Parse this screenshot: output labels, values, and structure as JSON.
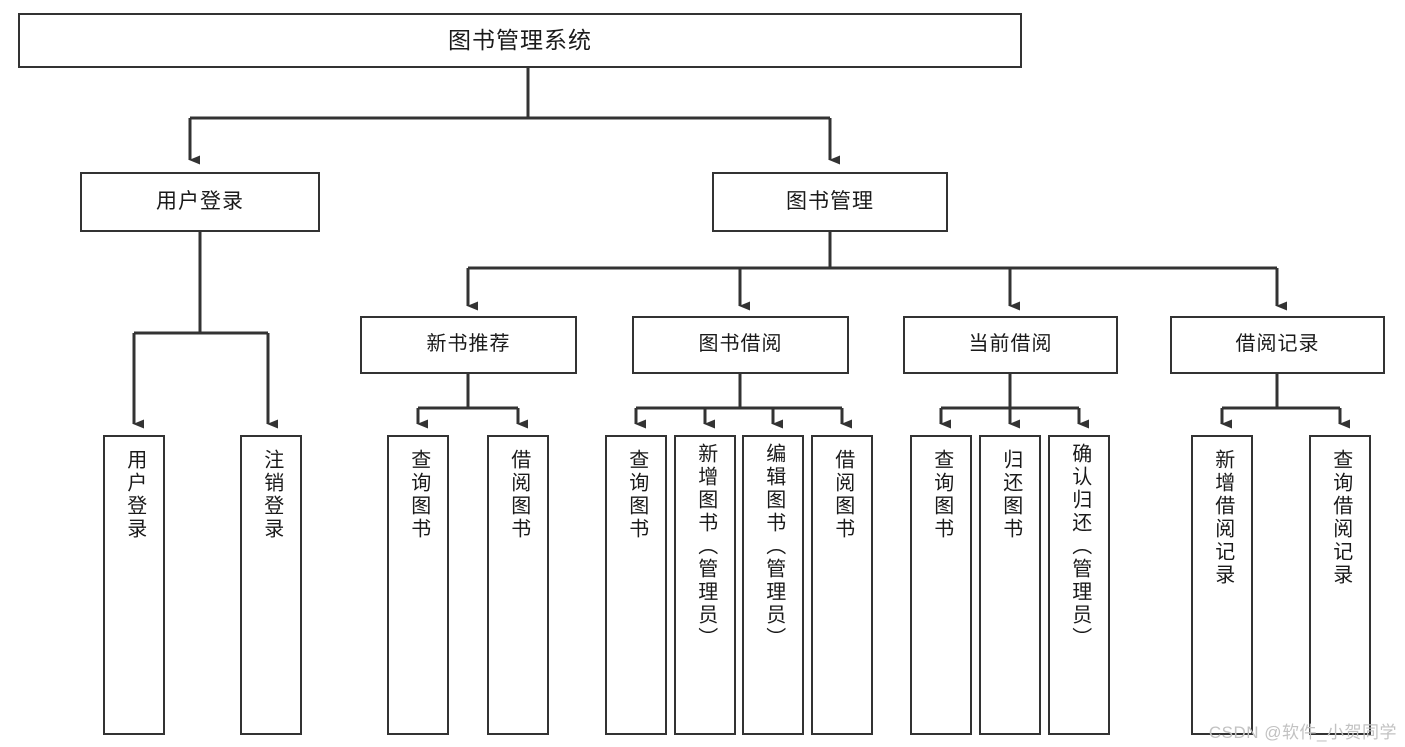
{
  "diagram": {
    "title": "图书管理系统",
    "watermark": "CSDN @软件_小贺同学",
    "colors": {
      "box_border": "#333333",
      "box_fill": "#ffffff",
      "edge": "#333333",
      "text": "#1a1a1a",
      "watermark": "#c2c2c2",
      "background": "#ffffff"
    },
    "root": {
      "label": "图书管理系统"
    },
    "level2": [
      {
        "label": "用户登录"
      },
      {
        "label": "图书管理"
      }
    ],
    "level3": [
      {
        "label": "新书推荐"
      },
      {
        "label": "图书借阅"
      },
      {
        "label": "当前借阅"
      },
      {
        "label": "借阅记录"
      }
    ],
    "leaves": [
      {
        "label": "用户登录",
        "parent": "用户登录"
      },
      {
        "label": "注销登录",
        "parent": "用户登录"
      },
      {
        "label": "查询图书",
        "parent": "新书推荐"
      },
      {
        "label": "借阅图书",
        "parent": "新书推荐"
      },
      {
        "label": "查询图书",
        "parent": "图书借阅"
      },
      {
        "label": "新增图书（管理员）",
        "parent": "图书借阅"
      },
      {
        "label": "编辑图书（管理员）",
        "parent": "图书借阅"
      },
      {
        "label": "借阅图书",
        "parent": "图书借阅"
      },
      {
        "label": "查询图书",
        "parent": "当前借阅"
      },
      {
        "label": "归还图书",
        "parent": "当前借阅"
      },
      {
        "label": "确认归还（管理员）",
        "parent": "当前借阅"
      },
      {
        "label": "新增借阅记录",
        "parent": "借阅记录"
      },
      {
        "label": "查询借阅记录",
        "parent": "借阅记录"
      }
    ]
  }
}
